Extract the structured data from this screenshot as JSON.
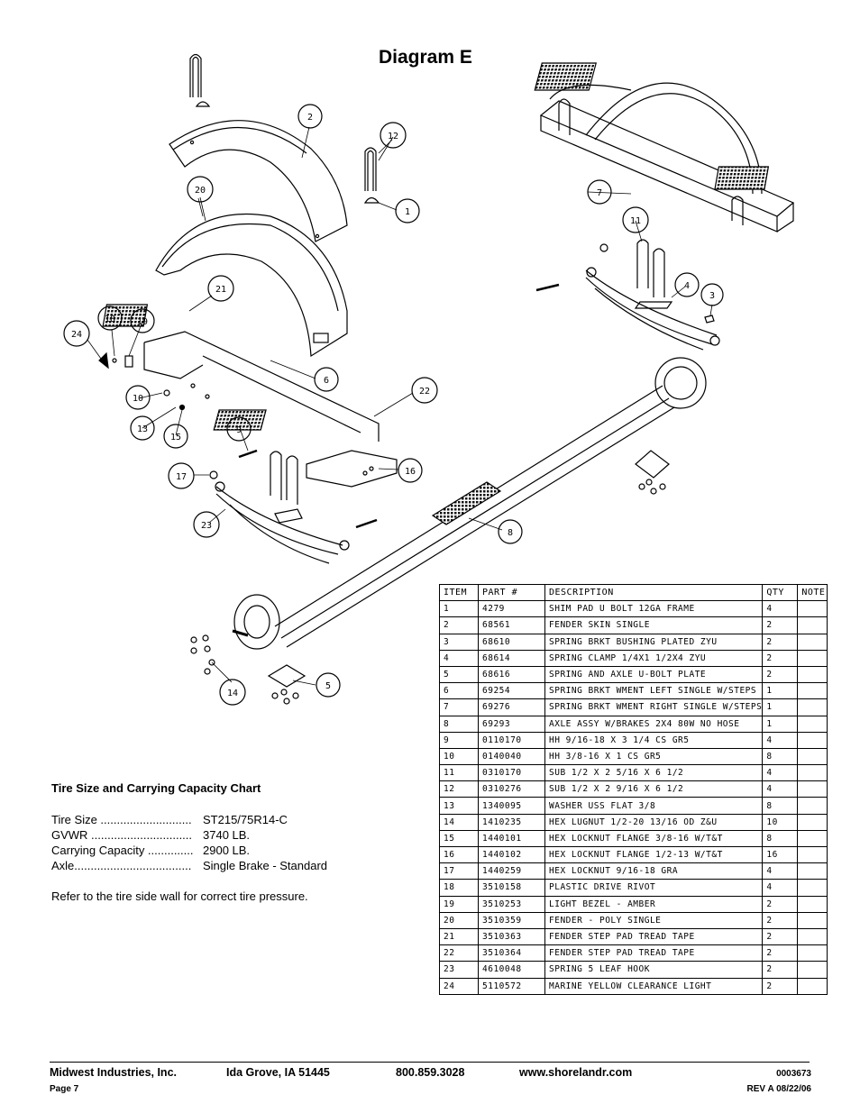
{
  "page_title": "Diagram E",
  "callouts": [
    "1",
    "2",
    "3",
    "4",
    "5",
    "6",
    "7",
    "8",
    "9",
    "10",
    "11",
    "12",
    "13",
    "14",
    "15",
    "16",
    "17",
    "18",
    "19",
    "20",
    "21",
    "22",
    "23",
    "24"
  ],
  "parts_table": {
    "headers": {
      "item": "ITEM",
      "part": "PART #",
      "description": "DESCRIPTION",
      "qty": "QTY",
      "note": "NOTE"
    },
    "rows": [
      {
        "item": "1",
        "part": "4279",
        "description": "SHIM PAD   U BOLT 12GA FRAME",
        "qty": "4",
        "note": ""
      },
      {
        "item": "2",
        "part": "68561",
        "description": "FENDER SKIN SINGLE",
        "qty": "2",
        "note": ""
      },
      {
        "item": "3",
        "part": "68610",
        "description": "SPRING BRKT BUSHING PLATED ZYU",
        "qty": "2",
        "note": ""
      },
      {
        "item": "4",
        "part": "68614",
        "description": "SPRING CLAMP   1/4X1 1/2X4  ZYU",
        "qty": "2",
        "note": ""
      },
      {
        "item": "5",
        "part": "68616",
        "description": "SPRING AND AXLE U-BOLT PLATE",
        "qty": "2",
        "note": ""
      },
      {
        "item": "6",
        "part": "69254",
        "description": "SPRING BRKT WMENT LEFT SINGLE W/STEPS",
        "qty": "1",
        "note": ""
      },
      {
        "item": "7",
        "part": "69276",
        "description": "SPRING BRKT WMENT RIGHT SINGLE W/STEPS",
        "qty": "1",
        "note": ""
      },
      {
        "item": "8",
        "part": "69293",
        "description": "AXLE ASSY W/BRAKES 2X4 80W NO HOSE",
        "qty": "1",
        "note": ""
      },
      {
        "item": "9",
        "part": "0110170",
        "description": "HH 9/16-18 X 3 1/4 CS GR5",
        "qty": "4",
        "note": ""
      },
      {
        "item": "10",
        "part": "0140040",
        "description": "HH 3/8-16 X 1 CS GR5",
        "qty": "8",
        "note": ""
      },
      {
        "item": "11",
        "part": "0310170",
        "description": "SUB 1/2 X 2 5/16 X 6 1/2",
        "qty": "4",
        "note": ""
      },
      {
        "item": "12",
        "part": "0310276",
        "description": "SUB 1/2 X 2 9/16 X 6 1/2",
        "qty": "4",
        "note": ""
      },
      {
        "item": "13",
        "part": "1340095",
        "description": "WASHER USS FLAT 3/8",
        "qty": "8",
        "note": ""
      },
      {
        "item": "14",
        "part": "1410235",
        "description": "HEX LUGNUT 1/2-20 13/16 OD Z&U",
        "qty": "10",
        "note": ""
      },
      {
        "item": "15",
        "part": "1440101",
        "description": "HEX LOCKNUT FLANGE 3/8-16 W/T&T",
        "qty": "8",
        "note": ""
      },
      {
        "item": "16",
        "part": "1440102",
        "description": "HEX LOCKNUT FLANGE 1/2-13 W/T&T",
        "qty": "16",
        "note": ""
      },
      {
        "item": "17",
        "part": "1440259",
        "description": "HEX LOCKNUT 9/16-18 GRA",
        "qty": "4",
        "note": ""
      },
      {
        "item": "18",
        "part": "3510158",
        "description": "PLASTIC DRIVE RIVOT",
        "qty": "4",
        "note": ""
      },
      {
        "item": "19",
        "part": "3510253",
        "description": "LIGHT BEZEL - AMBER",
        "qty": "2",
        "note": ""
      },
      {
        "item": "20",
        "part": "3510359",
        "description": "FENDER - POLY SINGLE",
        "qty": "2",
        "note": ""
      },
      {
        "item": "21",
        "part": "3510363",
        "description": "FENDER STEP PAD TREAD TAPE",
        "qty": "2",
        "note": ""
      },
      {
        "item": "22",
        "part": "3510364",
        "description": "FENDER STEP PAD TREAD TAPE",
        "qty": "2",
        "note": ""
      },
      {
        "item": "23",
        "part": "4610048",
        "description": "SPRING  5 LEAF HOOK",
        "qty": "2",
        "note": ""
      },
      {
        "item": "24",
        "part": "5110572",
        "description": "MARINE YELLOW CLEARANCE LIGHT",
        "qty": "2",
        "note": ""
      }
    ]
  },
  "capacity_chart": {
    "title": "Tire Size and Carrying Capacity Chart",
    "rows": [
      {
        "label": "Tire Size ............................",
        "value": "ST215/75R14-C"
      },
      {
        "label": "GVWR ...............................",
        "value": "3740 LB."
      },
      {
        "label": "Carrying Capacity ..............",
        "value": "2900 LB."
      },
      {
        "label": "Axle....................................",
        "value": "Single Brake - Standard"
      }
    ],
    "note": "Refer to the tire side wall for correct tire pressure."
  },
  "footer": {
    "company": "Midwest Industries, Inc.",
    "city": "Ida Grove, IA  51445",
    "phone": "800.859.3028",
    "website": "www.shorelandr.com",
    "page": "Page 7",
    "doc_number": "0003673",
    "revision": "REV A  08/22/06"
  }
}
